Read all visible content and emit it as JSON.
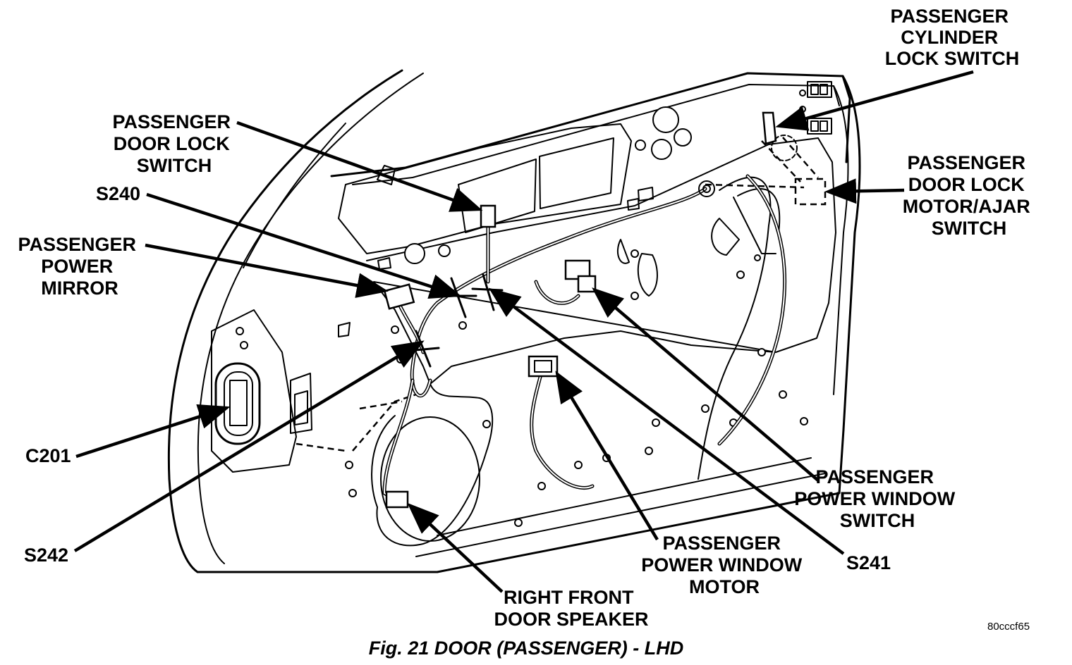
{
  "labels": {
    "cylinder_lock": [
      "PASSENGER",
      "CYLINDER",
      "LOCK SWITCH"
    ],
    "door_lock_switch": [
      "PASSENGER",
      "DOOR LOCK",
      "SWITCH"
    ],
    "s240": "S240",
    "power_mirror": [
      "PASSENGER",
      "POWER",
      "MIRROR"
    ],
    "door_lock_motor": [
      "PASSENGER",
      "DOOR LOCK",
      "MOTOR/AJAR",
      "SWITCH"
    ],
    "c201": "C201",
    "s242": "S242",
    "power_window_switch": [
      "PASSENGER",
      "POWER WINDOW",
      "SWITCH"
    ],
    "s241": "S241",
    "power_window_motor": [
      "PASSENGER",
      "POWER WINDOW",
      "MOTOR"
    ],
    "door_speaker": [
      "RIGHT FRONT",
      "DOOR SPEAKER"
    ]
  },
  "figure_code": "80cccf65",
  "caption": "Fig. 21 DOOR (PASSENGER) - LHD"
}
